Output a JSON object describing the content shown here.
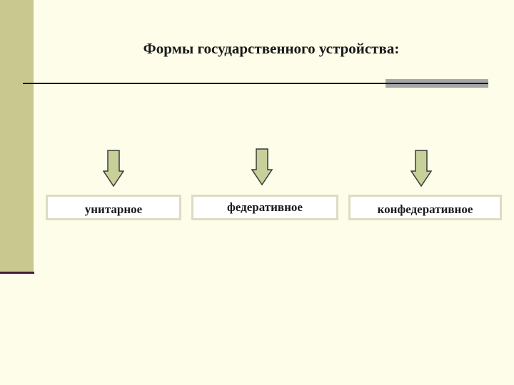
{
  "title": "Формы государственного устройства:",
  "forms": [
    {
      "label": "унитарное"
    },
    {
      "label": "федеративное"
    },
    {
      "label": "конфедеративное"
    }
  ],
  "colors": {
    "background": "#fdfde9",
    "side_bar": "#c9c98f",
    "arrow_fill": "#c8d09a",
    "arrow_stroke": "#3a3a3a",
    "accent": "#a6a6a6"
  },
  "icons": [
    "arrow-down-icon"
  ]
}
